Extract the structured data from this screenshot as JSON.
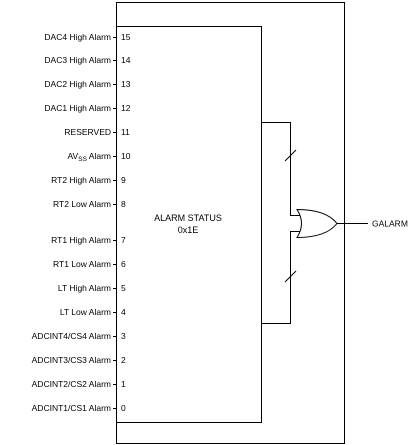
{
  "block": {
    "title_line1": "ALARM STATUS",
    "title_line2": "0x1E"
  },
  "inputs": [
    {
      "label": "DAC4 High Alarm",
      "bit": "15"
    },
    {
      "label": "DAC3 High Alarm",
      "bit": "14"
    },
    {
      "label": "DAC2 High Alarm",
      "bit": "13"
    },
    {
      "label": "DAC1 High Alarm",
      "bit": "12"
    },
    {
      "label": "RESERVED",
      "bit": "11"
    },
    {
      "label": "AVSS Alarm",
      "label_main": "AV",
      "label_sub": "SS",
      "label_tail": " Alarm",
      "bit": "10"
    },
    {
      "label": "RT2 High Alarm",
      "bit": "9"
    },
    {
      "label": "RT2 Low Alarm",
      "bit": "8"
    },
    {
      "label": "RT1 High Alarm",
      "bit": "7"
    },
    {
      "label": "RT1 Low Alarm",
      "bit": "6"
    },
    {
      "label": "LT High Alarm",
      "bit": "5"
    },
    {
      "label": "LT Low Alarm",
      "bit": "4"
    },
    {
      "label": "ADCINT4/CS4 Alarm",
      "bit": "3"
    },
    {
      "label": "ADCINT3/CS3 Alarm",
      "bit": "2"
    },
    {
      "label": "ADCINT2/CS2 Alarm",
      "bit": "1"
    },
    {
      "label": "ADCINT1/CS1 Alarm",
      "bit": "0"
    }
  ],
  "output": {
    "label": "GALARM"
  },
  "colors": {
    "line": "#000000",
    "background": "#ffffff"
  }
}
